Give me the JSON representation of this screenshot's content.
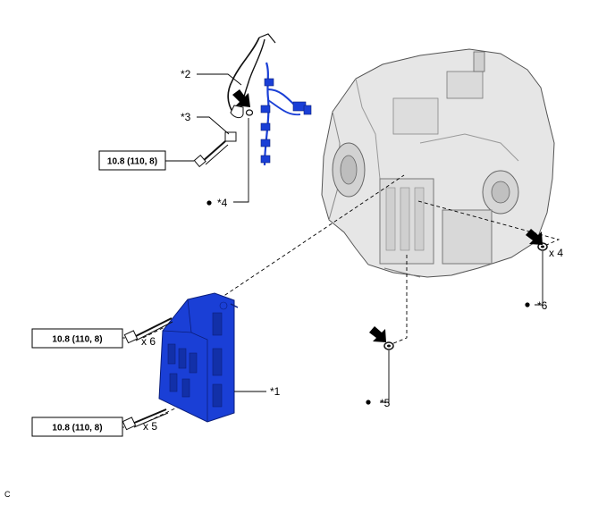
{
  "callouts": {
    "c1": "*1",
    "c2": "*2",
    "c3": "*3",
    "c4": "*4",
    "c5": "*5",
    "c6": "*6"
  },
  "torque": {
    "t_upper": "10.8 (110, 8)",
    "t_mid": "10.8 (110, 8)",
    "t_lower": "10.8 (110, 8)"
  },
  "quantities": {
    "q_bolts_upper": "x 6",
    "q_bolts_lower": "x 5",
    "q_orings": "x 4"
  },
  "corner_code": "C",
  "colors": {
    "part_blue": "#1a3fd6",
    "transaxle_grey": "#e6e6e6",
    "outline": "#333333"
  }
}
